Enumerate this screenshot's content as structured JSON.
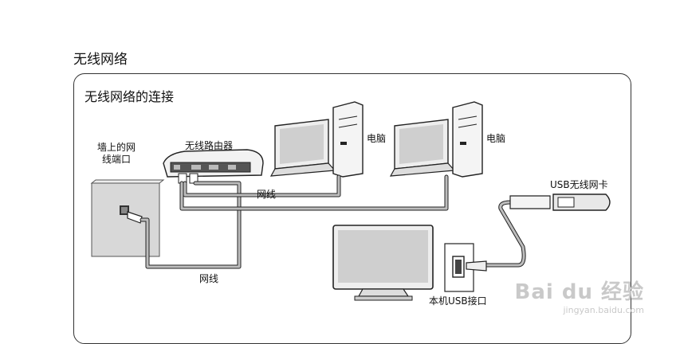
{
  "section_title": "无线网络",
  "panel_title": "无线网络的连接",
  "labels": {
    "wall_port_line1": "墙上的网",
    "wall_port_line2": "线端口",
    "router": "无线路由器",
    "computer_1": "电脑",
    "computer_2": "电脑",
    "cable_upper": "网线",
    "cable_lower": "网线",
    "usb_adapter": "USB无线网卡",
    "usb_port": "本机USB接口"
  },
  "watermark": {
    "logo": "Bai du 经验",
    "url": "jingyan.baidu.com"
  }
}
